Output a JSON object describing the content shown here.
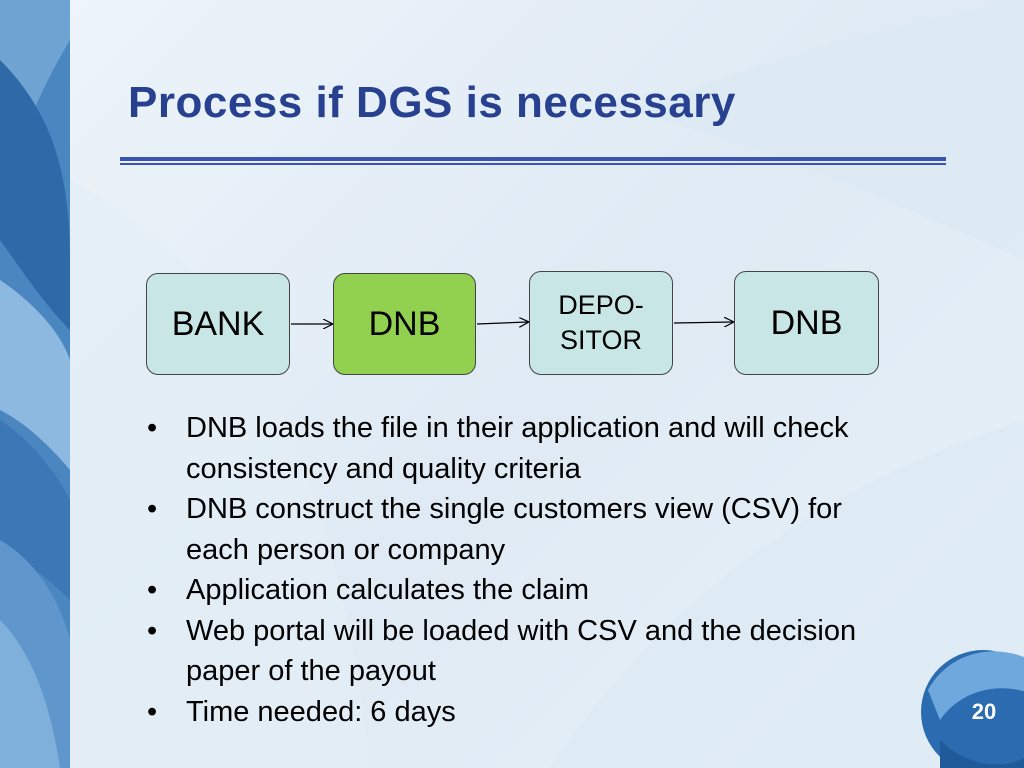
{
  "slide": {
    "title": "Process if DGS is necessary",
    "page_number": "20"
  },
  "flow": {
    "steps": [
      {
        "label": "BANK"
      },
      {
        "label": "DNB"
      },
      {
        "label_line1": "DEPO-",
        "label_line2": "SITOR"
      },
      {
        "label": "DNB"
      }
    ]
  },
  "bullets": [
    "DNB loads the file in their application and will check consistency and quality criteria",
    "DNB construct the single customers view (CSV)  for each person or company",
    "Application calculates the claim",
    "Web portal will be loaded with CSV and the decision paper of the payout",
    "Time needed: 6 days"
  ],
  "colors": {
    "title": "#27408f",
    "box_teal": "#c8e6e6",
    "box_green": "#92d050",
    "accent_blue": "#3a55b0"
  }
}
